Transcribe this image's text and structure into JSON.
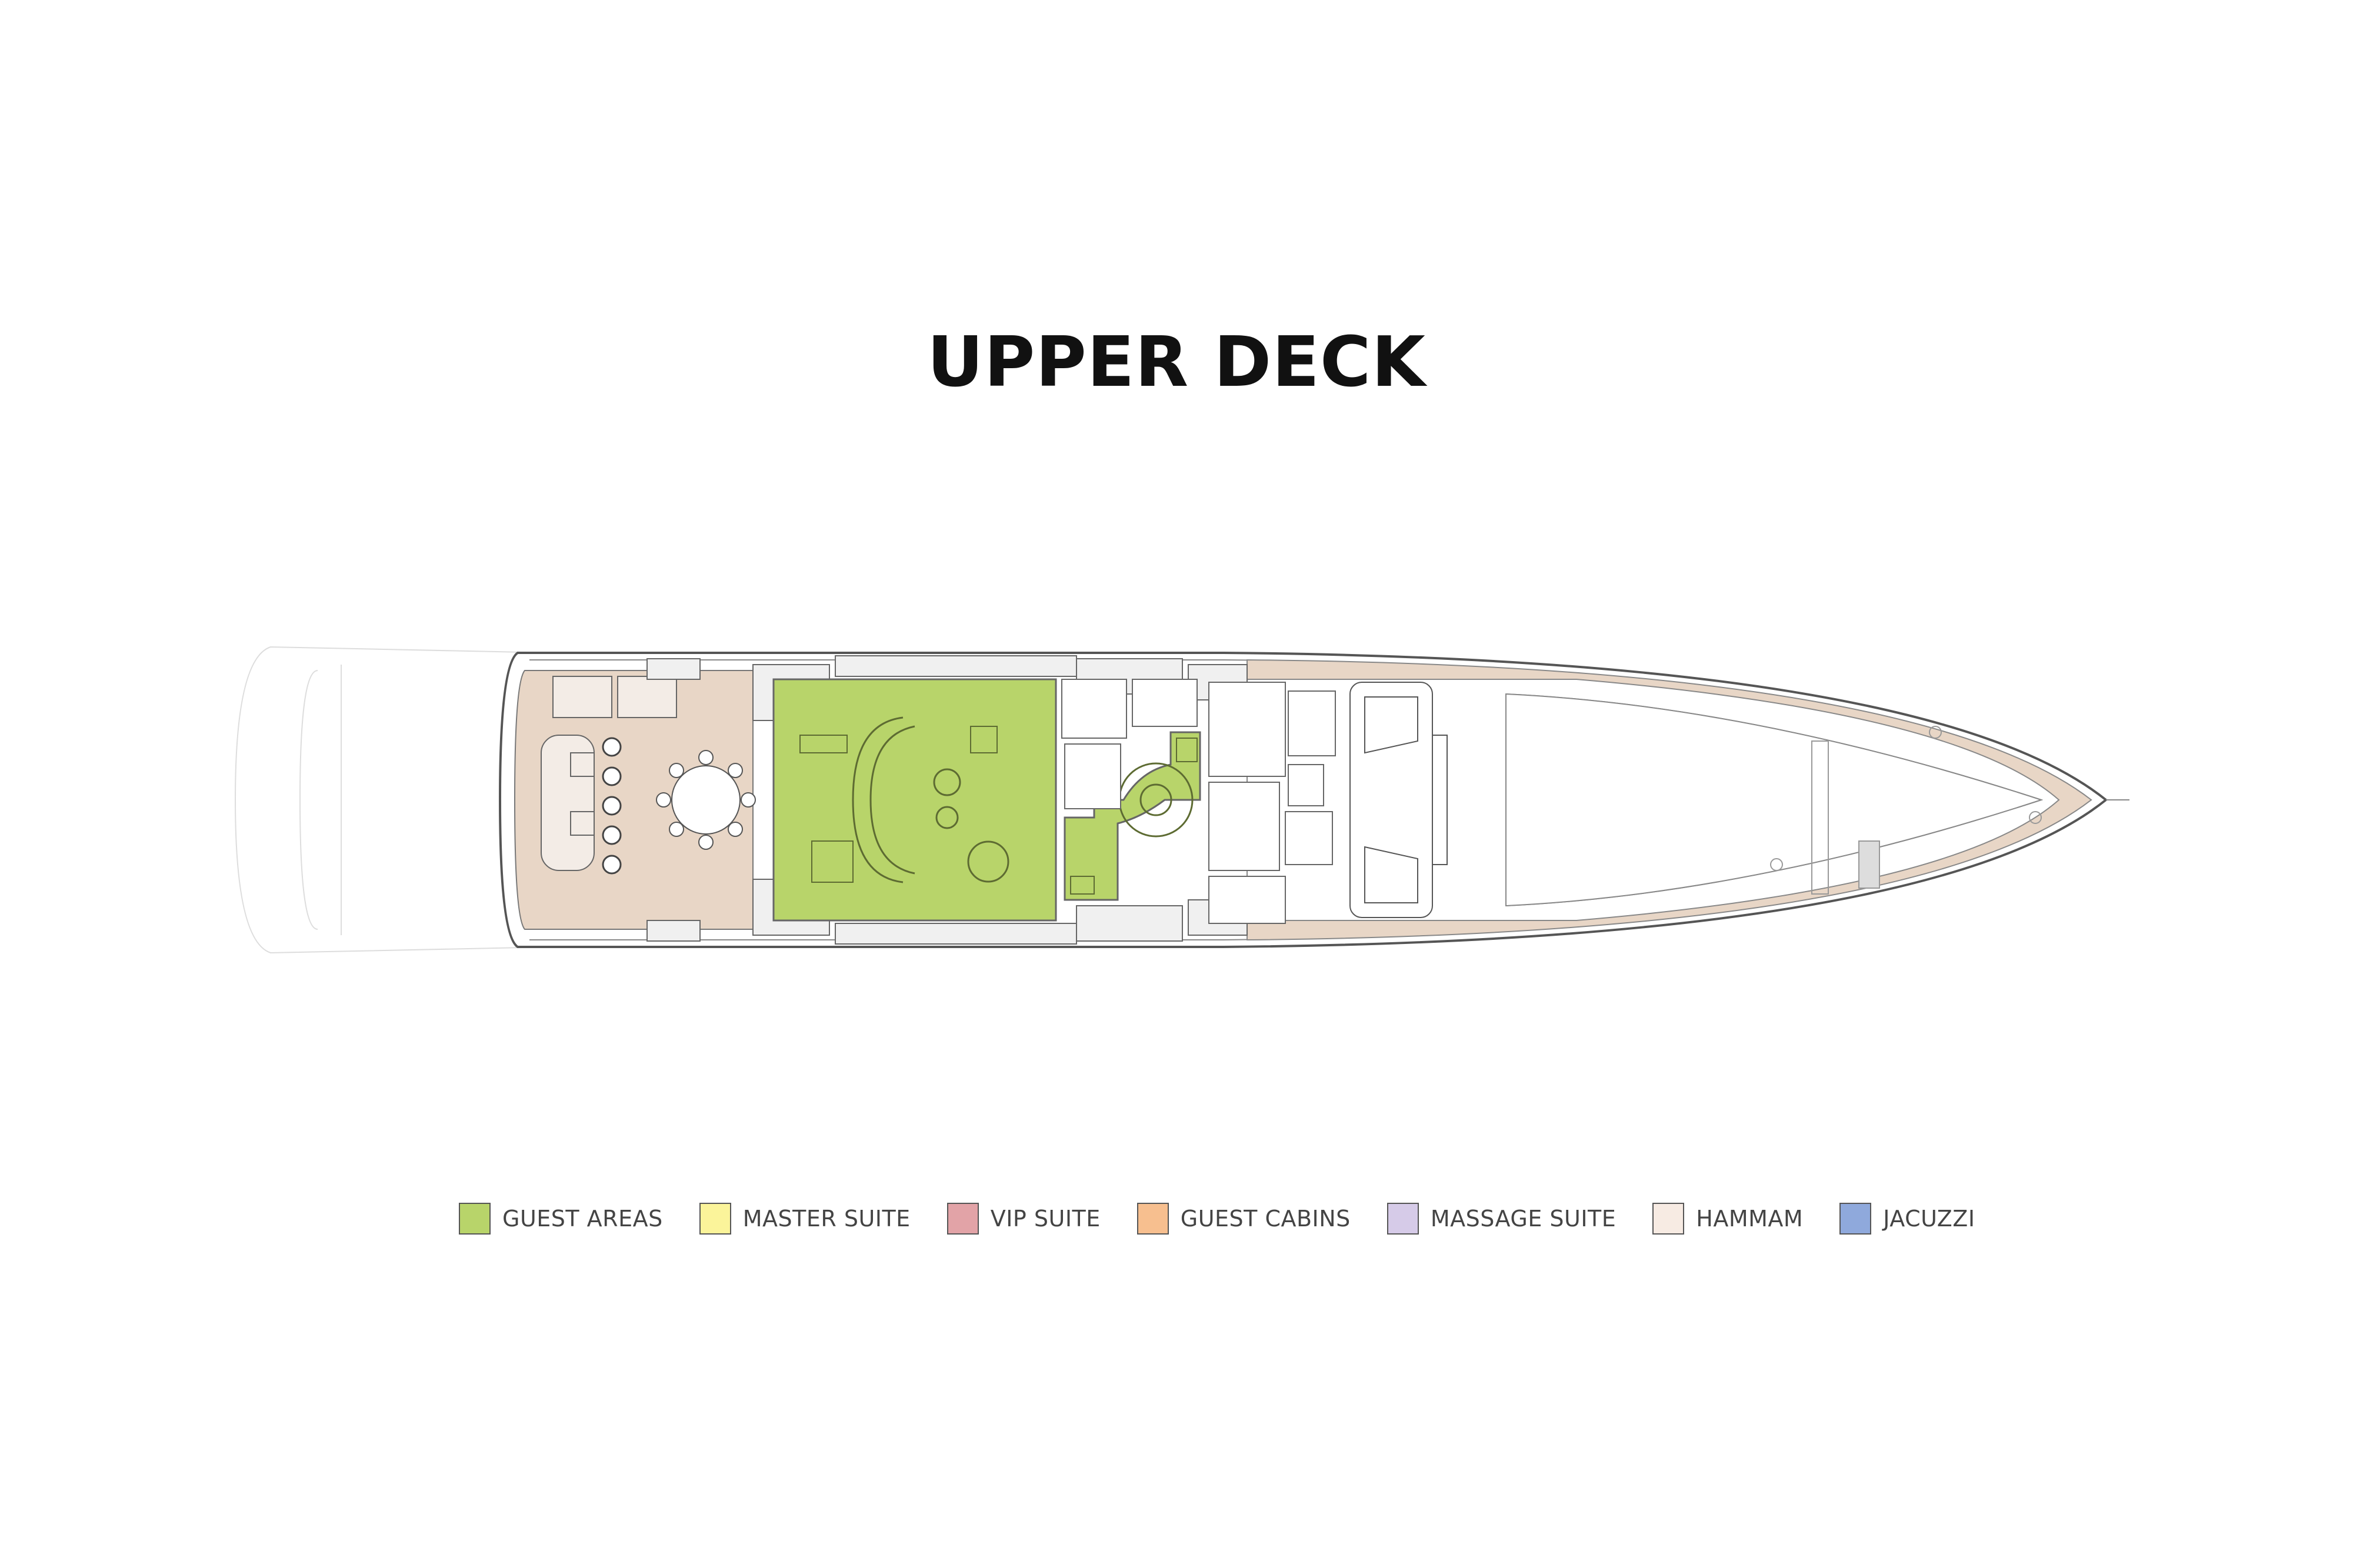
{
  "title": "UPPER DECK",
  "colors": {
    "guest_areas": "#b8d46a",
    "master_suite": "#fbf49a",
    "vip_suite": "#e2a3a7",
    "guest_cabins": "#f7bf8f",
    "massage_suite": "#d6cbe8",
    "hammam": "#f7ebe3",
    "jacuzzi": "#8fa9dc",
    "teak_deck": "#e8d6c6",
    "outline": "#555555"
  },
  "legend": [
    {
      "label": "GUEST AREAS",
      "color": "#b8d46a"
    },
    {
      "label": "MASTER SUITE",
      "color": "#fbf49a"
    },
    {
      "label": "VIP SUITE",
      "color": "#e2a3a7"
    },
    {
      "label": "GUEST CABINS",
      "color": "#f7bf8f"
    },
    {
      "label": "MASSAGE SUITE",
      "color": "#d6cbe8"
    },
    {
      "label": "HAMMAM",
      "color": "#f7ebe3"
    },
    {
      "label": "JACUZZI",
      "color": "#8fa9dc"
    }
  ]
}
